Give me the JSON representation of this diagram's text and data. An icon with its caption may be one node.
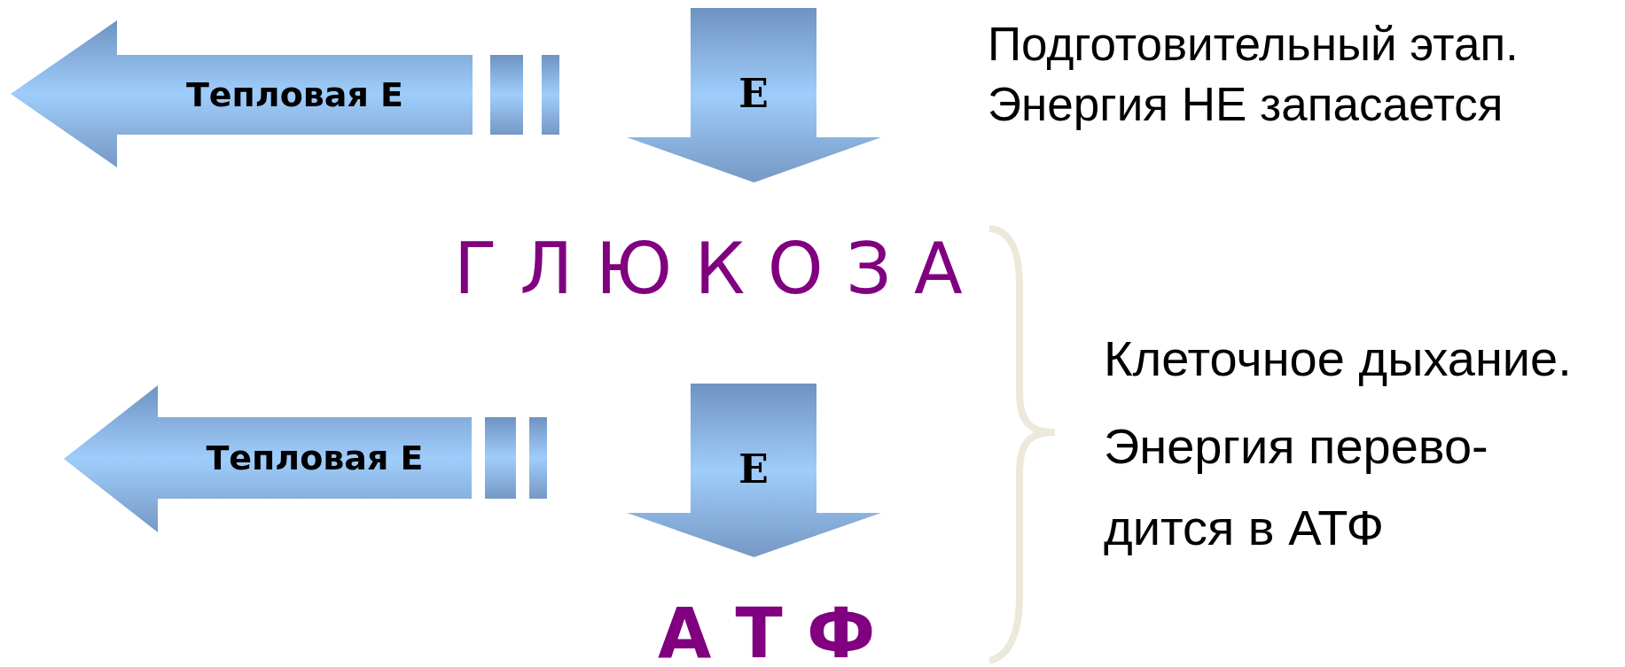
{
  "diagram": {
    "nodes": [
      {
        "text": [
          "Тепловая Е"
        ]
      },
      {
        "text": [
          "Е"
        ]
      },
      {
        "text": [
          "Тепловая Е"
        ]
      },
      {
        "text": [
          "Е"
        ]
      }
    ],
    "labels": [
      "Подготовительный этап.",
      "Энергия НЕ запасается",
      "Г Л Ю К О З А",
      "Клеточное дыхание.",
      "Энергия перево-дится в АТФ",
      "А Т Ф"
    ]
  }
}
